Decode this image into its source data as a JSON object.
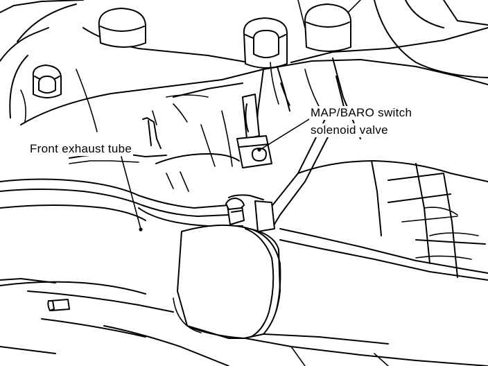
{
  "labels": {
    "front_exhaust_tube": "Front exhaust tube",
    "map_baro_line1": "MAP/BARO switch",
    "map_baro_line2": "solenoid valve"
  },
  "colors": {
    "ink": "#000000",
    "paper": "#ffffff"
  }
}
